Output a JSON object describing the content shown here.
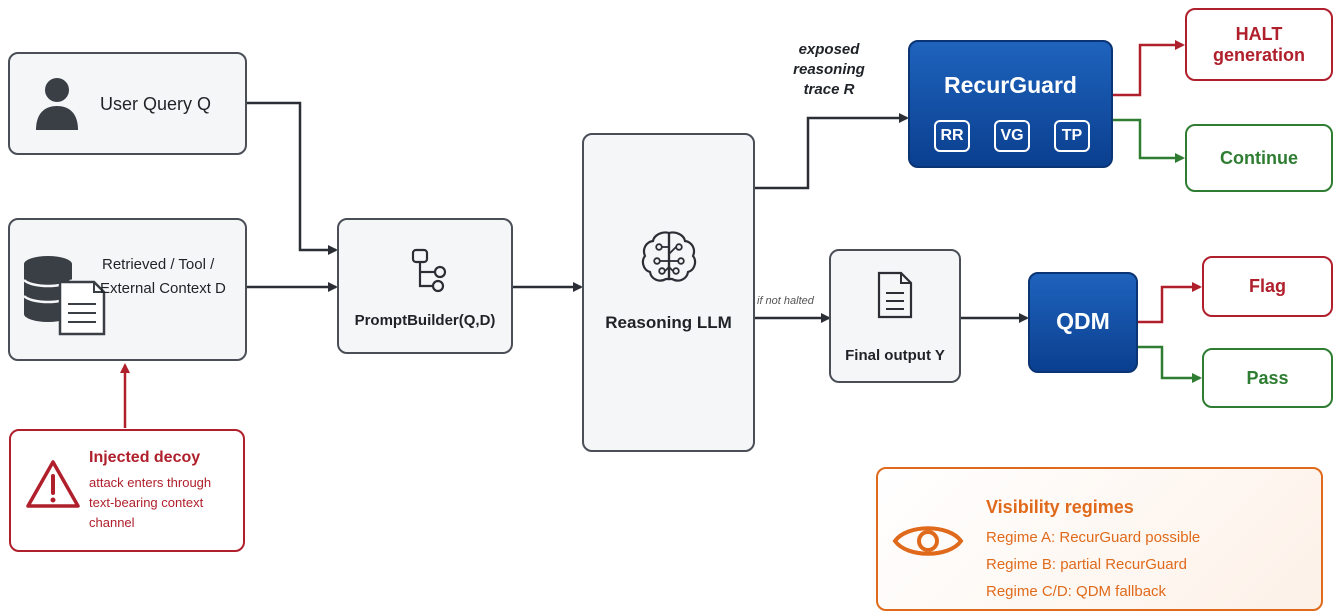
{
  "nodes": {
    "user_query": "User Query Q",
    "context_line1": "Retrieved / Tool /",
    "context_line2": "External Context D",
    "prompt_builder": "PromptBuilder(Q,D)",
    "reasoning_llm": "Reasoning LLM",
    "final_output": "Final output Y",
    "recurguard": "RecurGuard",
    "qdm": "QDM"
  },
  "recurguard_chips": [
    "RR",
    "VG",
    "TP"
  ],
  "outcomes": {
    "halt_line1": "HALT",
    "halt_line2": "generation",
    "continue": "Continue",
    "flag": "Flag",
    "pass": "Pass"
  },
  "edge_labels": {
    "trace_line1": "exposed",
    "trace_line2": "reasoning",
    "trace_line3": "trace R",
    "if_not_halted": "if not halted"
  },
  "decoy": {
    "title": "Injected decoy",
    "line1": "attack enters through",
    "line2": "text-bearing context",
    "line3": "channel"
  },
  "visibility": {
    "title": "Visibility regimes",
    "items": [
      "Regime A: RecurGuard possible",
      "Regime B: partial RecurGuard",
      "Regime C/D: QDM fallback"
    ]
  },
  "colors": {
    "red": "#b0202c",
    "green": "#2e7d32",
    "blue": "#0b3f8f",
    "orange": "#e06a1b",
    "gray": "#4a4f57"
  }
}
